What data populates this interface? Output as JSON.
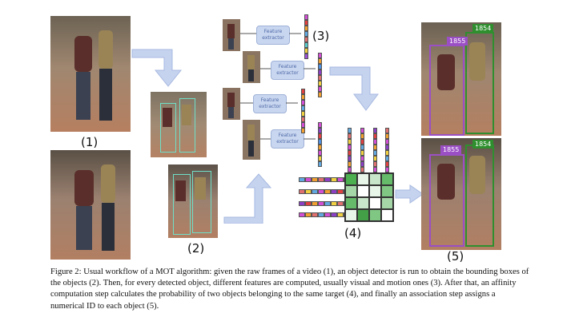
{
  "labels": {
    "step1": "(1)",
    "step2": "(2)",
    "step3": "(3)",
    "step4": "(4)",
    "step5": "(5)"
  },
  "feature_extractor": {
    "line1": "Feature",
    "line2": "extractor"
  },
  "ids": {
    "purple": "1855",
    "green": "1854"
  },
  "colors": {
    "arrow": "#c6d3ef",
    "purple_box": "#9b4fc4",
    "green_box": "#2f8f2f",
    "teal_box": "#6fe0c8"
  },
  "caption": "Figure 2: Usual workflow of a MOT algorithm: given the raw frames of a video (1), an object detector is run to obtain the bounding boxes of the objects (2). Then, for every detected object, different features are computed, usually visual and motion ones (3). After that, an affinity computation step calculates the probability of two objects belonging to the same target (4), and finally an association step assigns a numerical ID to each object (5)."
}
